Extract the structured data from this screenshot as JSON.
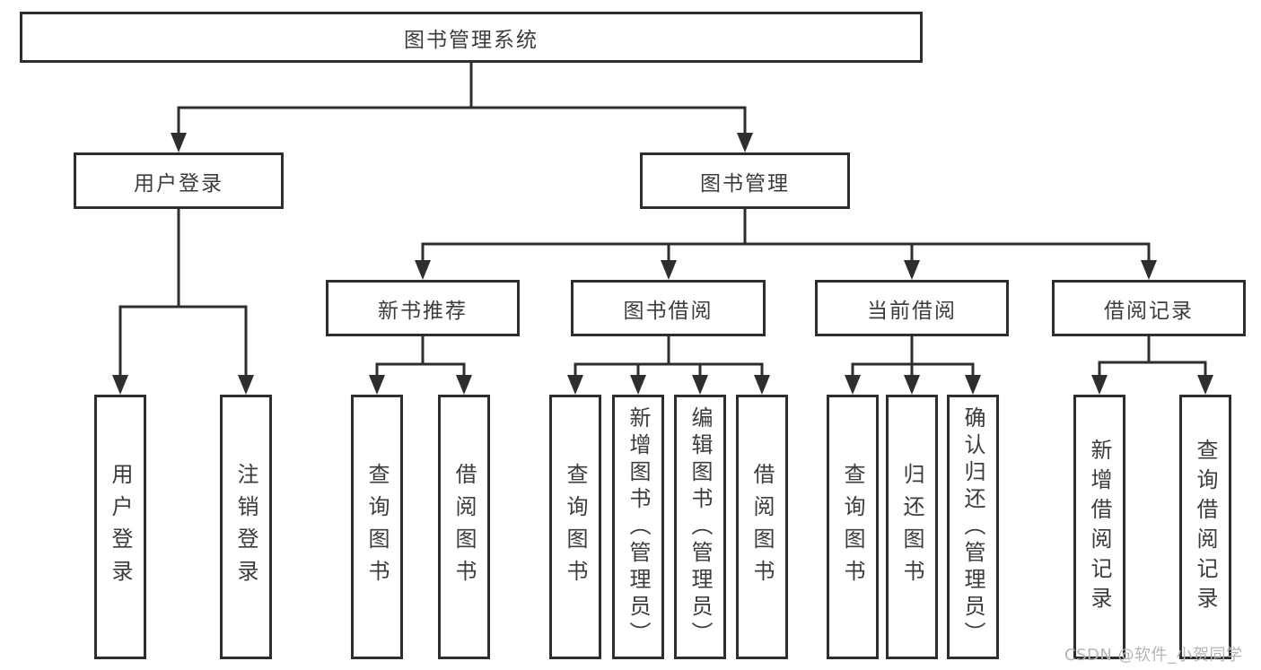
{
  "tree": {
    "root": {
      "label": "图书管理系统"
    },
    "branches": [
      {
        "label": "用户登录",
        "children": [
          {
            "label": "用户登录"
          },
          {
            "label": "注销登录"
          }
        ]
      },
      {
        "label": "图书管理",
        "children": [
          {
            "label": "新书推荐",
            "children": [
              {
                "label": "查询图书"
              },
              {
                "label": "借阅图书"
              }
            ]
          },
          {
            "label": "图书借阅",
            "children": [
              {
                "label": "查询图书"
              },
              {
                "label": "新增图书（管理员）"
              },
              {
                "label": "编辑图书（管理员）"
              },
              {
                "label": "借阅图书"
              }
            ]
          },
          {
            "label": "当前借阅",
            "children": [
              {
                "label": "查询图书"
              },
              {
                "label": "归还图书"
              },
              {
                "label": "确认归还（管理员）"
              }
            ]
          },
          {
            "label": "借阅记录",
            "children": [
              {
                "label": "新增借阅记录"
              },
              {
                "label": "查询借阅记录"
              }
            ]
          }
        ]
      }
    ]
  },
  "watermark": {
    "text": "CSDN @软件_小贺同学"
  },
  "colors": {
    "line": "#2e2e2e",
    "box_border": "#2e2e2e",
    "box_fill": "#ffffff",
    "text": "#3c3c3c",
    "watermark": "#b5b5b8",
    "background": "#ffffff"
  }
}
